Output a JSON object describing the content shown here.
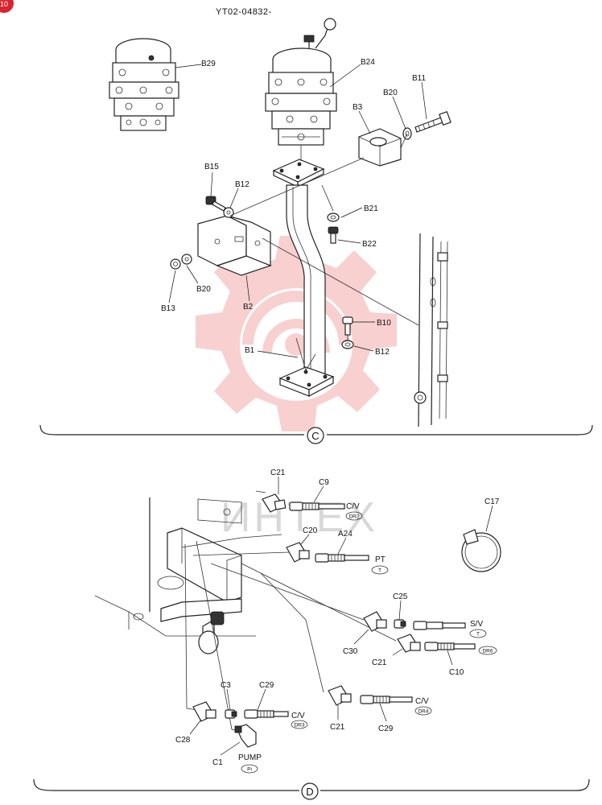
{
  "header": {
    "drawing_number": "YT02-04832-",
    "corner_badge": "10"
  },
  "watermark": {
    "text": "ИНТЕХ",
    "color": "#e03030"
  },
  "section_c": {
    "marker": "C",
    "labels": [
      "B29",
      "B24",
      "B11",
      "B20",
      "B3",
      "B15",
      "B12",
      "B21",
      "B22",
      "B20",
      "B13",
      "B2",
      "B10",
      "B1",
      "B12"
    ]
  },
  "section_d": {
    "marker": "D",
    "labels": [
      "C21",
      "C9",
      "C17",
      "C20",
      "A24",
      "C25",
      "C30",
      "C21",
      "C10",
      "C3",
      "C29",
      "C28",
      "C1",
      "C21",
      "C29",
      "PUMP"
    ],
    "ports": [
      {
        "name": "C/V",
        "code": "DR2"
      },
      {
        "name": "PT",
        "code": "T"
      },
      {
        "name": "S/V",
        "code": "T"
      },
      {
        "name": "",
        "code": "DR6"
      },
      {
        "name": "C/V",
        "code": "DR3"
      },
      {
        "name": "C/V",
        "code": "DR4"
      },
      {
        "name": "",
        "code": "Pi"
      }
    ]
  }
}
